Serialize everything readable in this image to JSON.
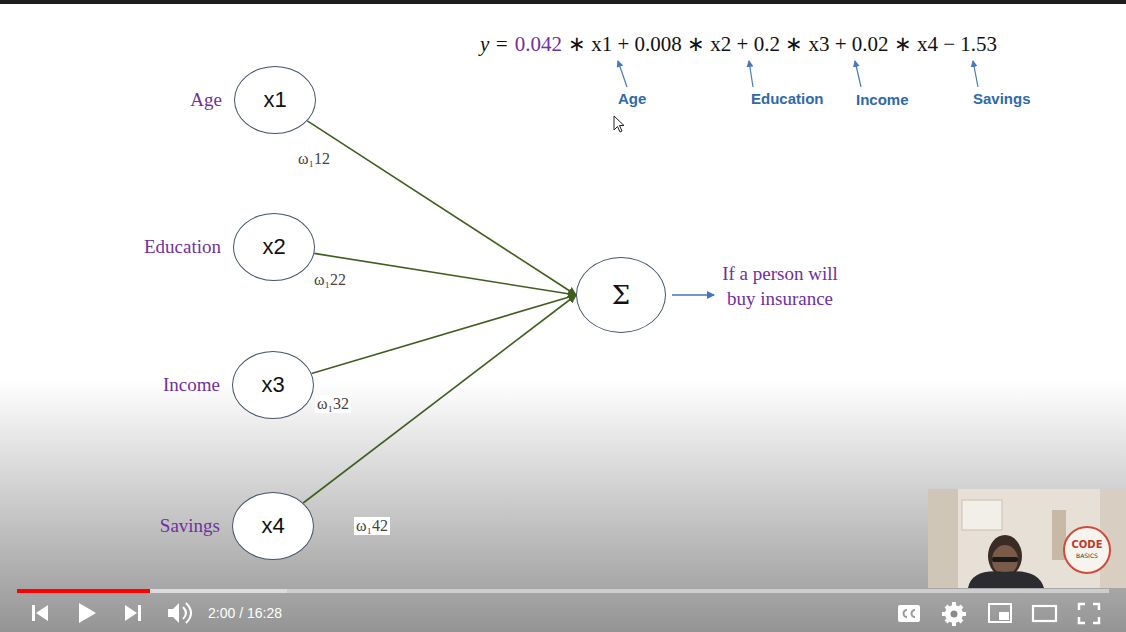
{
  "diagram": {
    "nodes": [
      {
        "text": [
          "Age",
          "x1"
        ]
      },
      {
        "text": [
          "Education",
          "x2"
        ]
      },
      {
        "text": [
          "Income",
          "x3"
        ]
      },
      {
        "text": [
          "Savings",
          "x4"
        ]
      },
      {
        "text": [
          "Σ"
        ]
      }
    ],
    "edges": [
      {
        "from": 0,
        "to": 4,
        "arrow": "to",
        "label": "ω₁12"
      },
      {
        "from": 1,
        "to": 4,
        "arrow": "to",
        "label": "ω₁22"
      },
      {
        "from": 2,
        "to": 4,
        "arrow": "to",
        "label": "ω₁32"
      },
      {
        "from": 3,
        "to": 4,
        "arrow": "to",
        "label": "ω₁42"
      }
    ],
    "labels": [
      "y =",
      "0.042",
      "∗ x1 + 0.008 ∗ x2 + 0.2 ∗ x3 + 0.02 ∗ x4 − 1.53",
      "Age",
      "Education",
      "Income",
      "Savings",
      "If a person will buy insurance",
      "2:00 / 16:28",
      "CODE",
      "BASICS"
    ]
  }
}
